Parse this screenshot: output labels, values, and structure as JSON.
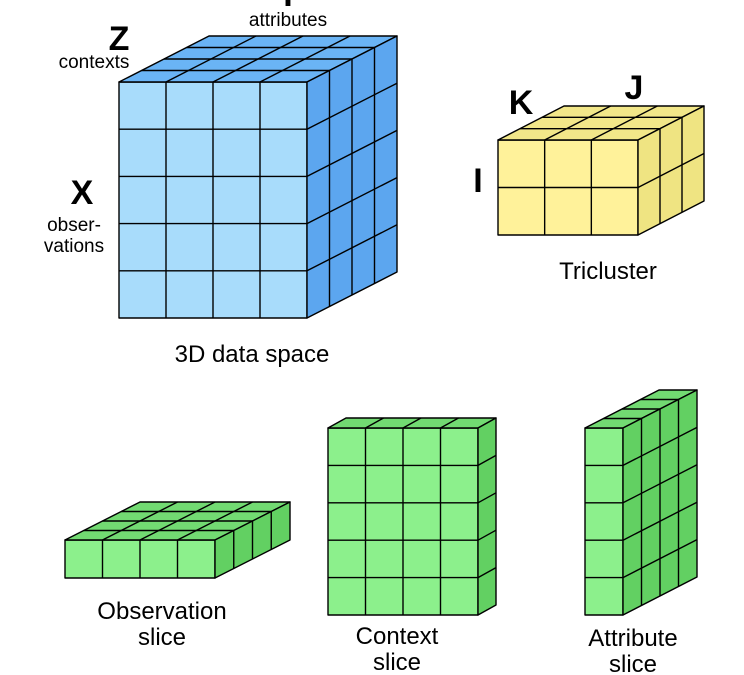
{
  "colors": {
    "data_space": [
      "#a8dcfb",
      "#6ab4f5",
      "#5ca6ef"
    ],
    "tricluster": [
      "#fff29a",
      "#f2e789",
      "#efe482"
    ],
    "slices": [
      "#8cf08c",
      "#72da72",
      "#62d062"
    ],
    "stroke": "#000000"
  },
  "labels": {
    "dim_y_letter": "Y",
    "dim_y_word": "attributes",
    "dim_z_letter": "Z",
    "dim_z_word": "contexts",
    "dim_x_letter": "X",
    "dim_x_word_1": "obser-",
    "dim_x_word_2": "vations",
    "data_space_caption": "3D data space",
    "tri_k": "K",
    "tri_j": "J",
    "tri_i": "I",
    "tricluster_caption": "Tricluster",
    "observation_caption_1": "Observation",
    "observation_caption_2": "slice",
    "context_caption_1": "Context",
    "context_caption_2": "slice",
    "attribute_caption_1": "Attribute",
    "attribute_caption_2": "slice"
  },
  "grids": {
    "data_space": {
      "front_cols": 4,
      "front_rows": 5,
      "depth": 4
    },
    "tricluster": {
      "front_cols": 3,
      "front_rows": 2,
      "depth": 3
    },
    "observation_slice": {
      "front_cols": 4,
      "front_rows": 1,
      "depth": 4
    },
    "context_slice": {
      "front_cols": 4,
      "front_rows": 5,
      "depth": 1
    },
    "attribute_slice": {
      "front_cols": 1,
      "front_rows": 5,
      "depth": 4
    }
  }
}
